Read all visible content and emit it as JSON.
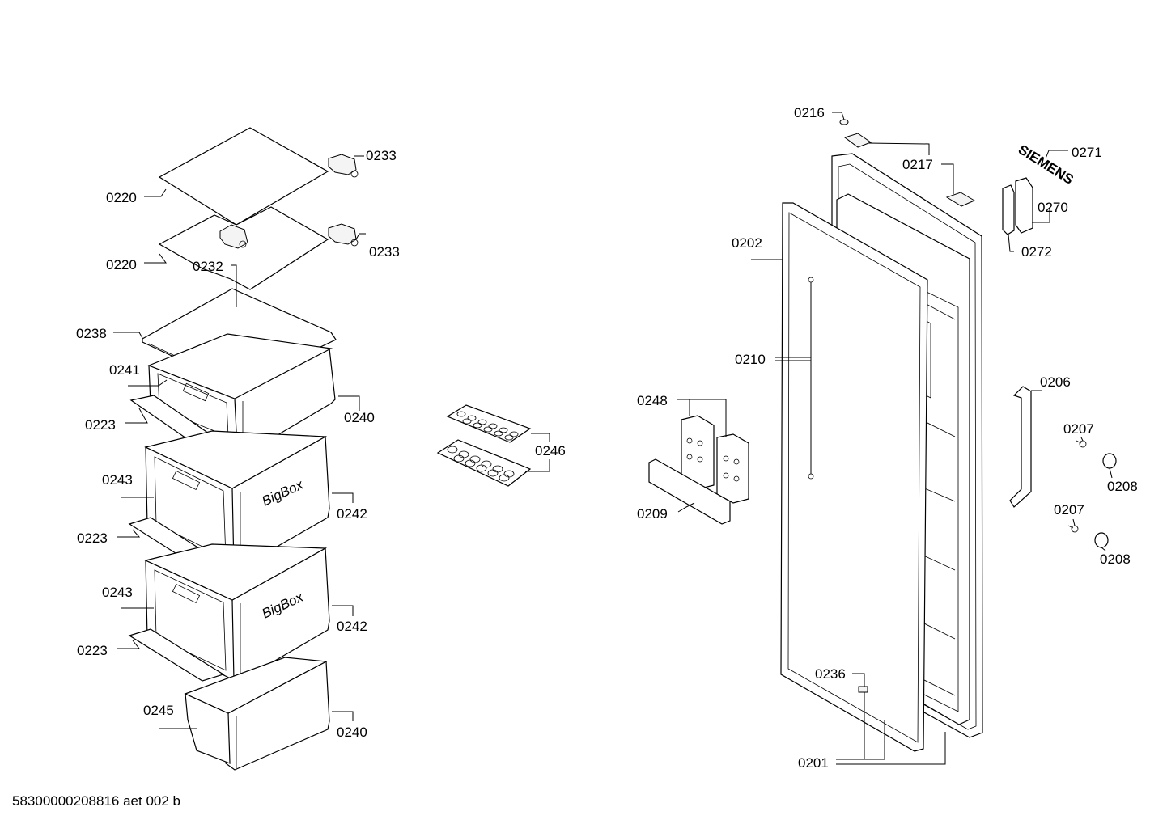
{
  "document_code": "58300000208816 aet 002 b",
  "parts": {
    "p0216": "0216",
    "p0217": "0217",
    "p0271": "0271",
    "p0270": "0270",
    "p0272": "0272",
    "p0202": "0202",
    "p0210": "0210",
    "p0206": "0206",
    "p0207a": "0207",
    "p0208a": "0208",
    "p0207b": "0207",
    "p0208b": "0208",
    "p0248": "0248",
    "p0209": "0209",
    "p0236": "0236",
    "p0201": "0201",
    "p0246": "0246",
    "p0220a": "0220",
    "p0220b": "0220",
    "p0233a": "0233",
    "p0233b": "0233",
    "p0232": "0232",
    "p0238": "0238",
    "p0241": "0241",
    "p0223a": "0223",
    "p0240a": "0240",
    "p0243a": "0243",
    "p0242a": "0242",
    "p0223b": "0223",
    "p0243b": "0243",
    "p0242b": "0242",
    "p0223c": "0223",
    "p0245": "0245",
    "p0240b": "0240"
  },
  "embossed": {
    "bigbox1": "BigBox",
    "bigbox2": "BigBox",
    "brand": "SIEMENS"
  }
}
